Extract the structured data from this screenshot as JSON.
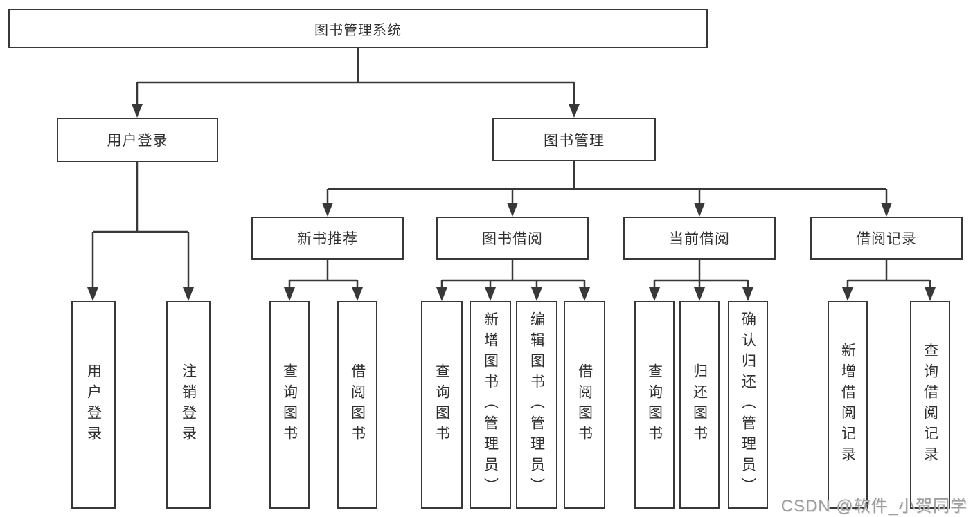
{
  "diagram": {
    "watermark": "CSDN @软件_小贺同学",
    "colors": {
      "line": "#383838",
      "text": "#2f2f2f",
      "background": "#ffffff",
      "watermark": "#9c9c9c"
    },
    "tree": {
      "label": "图书管理系统",
      "children": [
        {
          "label": "用户登录",
          "children": [
            {
              "label": "用户登录"
            },
            {
              "label": "注销登录"
            }
          ]
        },
        {
          "label": "图书管理",
          "children": [
            {
              "label": "新书推荐",
              "children": [
                {
                  "label": "查询图书"
                },
                {
                  "label": "借阅图书"
                }
              ]
            },
            {
              "label": "图书借阅",
              "children": [
                {
                  "label": "查询图书"
                },
                {
                  "label": "新增图书（管理员）"
                },
                {
                  "label": "编辑图书（管理员）"
                },
                {
                  "label": "借阅图书"
                }
              ]
            },
            {
              "label": "当前借阅",
              "children": [
                {
                  "label": "查询图书"
                },
                {
                  "label": "归还图书"
                },
                {
                  "label": "确认归还（管理员）"
                }
              ]
            },
            {
              "label": "借阅记录",
              "children": [
                {
                  "label": "新增借阅记录"
                },
                {
                  "label": "查询借阅记录"
                }
              ]
            }
          ]
        }
      ]
    }
  }
}
